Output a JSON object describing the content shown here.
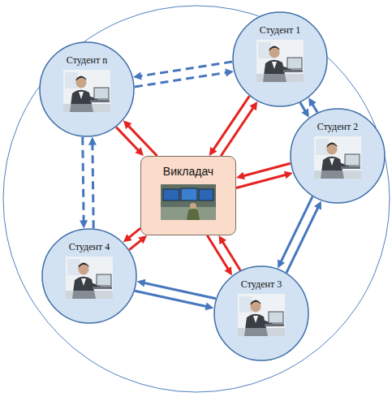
{
  "diagram": {
    "nodes": [
      {
        "text": [
          "Викладач"
        ]
      },
      {
        "text": [
          "Студент 1"
        ]
      },
      {
        "text": [
          "Студент 2"
        ]
      },
      {
        "text": [
          "Студент 3"
        ]
      },
      {
        "text": [
          "Студент 4"
        ]
      },
      {
        "text": [
          "Студент n"
        ]
      }
    ],
    "edges": [
      {
        "from": 1,
        "to": 0,
        "arrow": "to"
      },
      {
        "from": 0,
        "to": 1,
        "arrow": "to"
      },
      {
        "from": 2,
        "to": 0,
        "arrow": "to"
      },
      {
        "from": 0,
        "to": 2,
        "arrow": "to"
      },
      {
        "from": 3,
        "to": 0,
        "arrow": "to"
      },
      {
        "from": 0,
        "to": 3,
        "arrow": "to"
      },
      {
        "from": 4,
        "to": 0,
        "arrow": "to"
      },
      {
        "from": 0,
        "to": 4,
        "arrow": "to"
      },
      {
        "from": 5,
        "to": 0,
        "arrow": "to"
      },
      {
        "from": 0,
        "to": 5,
        "arrow": "to"
      },
      {
        "from": 5,
        "to": 1,
        "arrow": "to"
      },
      {
        "from": 1,
        "to": 5,
        "arrow": "to"
      },
      {
        "from": 1,
        "to": 2,
        "arrow": "to"
      },
      {
        "from": 2,
        "to": 1,
        "arrow": "to"
      },
      {
        "from": 2,
        "to": 3,
        "arrow": "to"
      },
      {
        "from": 3,
        "to": 2,
        "arrow": "to"
      },
      {
        "from": 3,
        "to": 4,
        "arrow": "to"
      },
      {
        "from": 4,
        "to": 3,
        "arrow": "to"
      },
      {
        "from": 4,
        "to": 5,
        "arrow": "to"
      },
      {
        "from": 5,
        "to": 4,
        "arrow": "to"
      }
    ]
  }
}
